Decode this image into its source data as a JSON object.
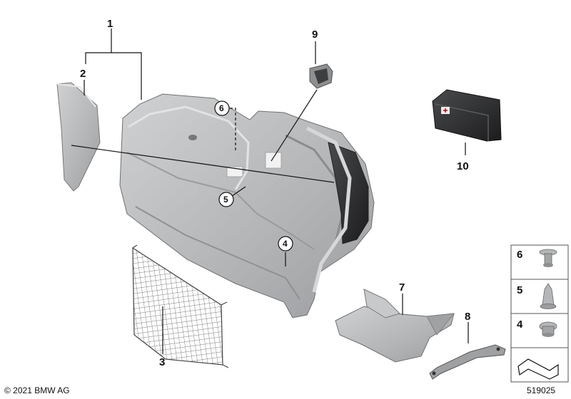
{
  "callouts": {
    "c1": "1",
    "c2": "2",
    "c3": "3",
    "c4": "4",
    "c5": "5",
    "c6": "6",
    "c7": "7",
    "c8": "8",
    "c9": "9",
    "c10": "10"
  },
  "legend": {
    "l6": "6",
    "l5": "5",
    "l4": "4"
  },
  "first_aid_kit_text": "",
  "footer": {
    "copyright": "© 2021 BMW AG",
    "reference": "519025"
  },
  "colors": {
    "part_fill": "#b9babb",
    "part_light": "#d4d5d6",
    "part_dark": "#8d8e90",
    "line": "#111111"
  }
}
